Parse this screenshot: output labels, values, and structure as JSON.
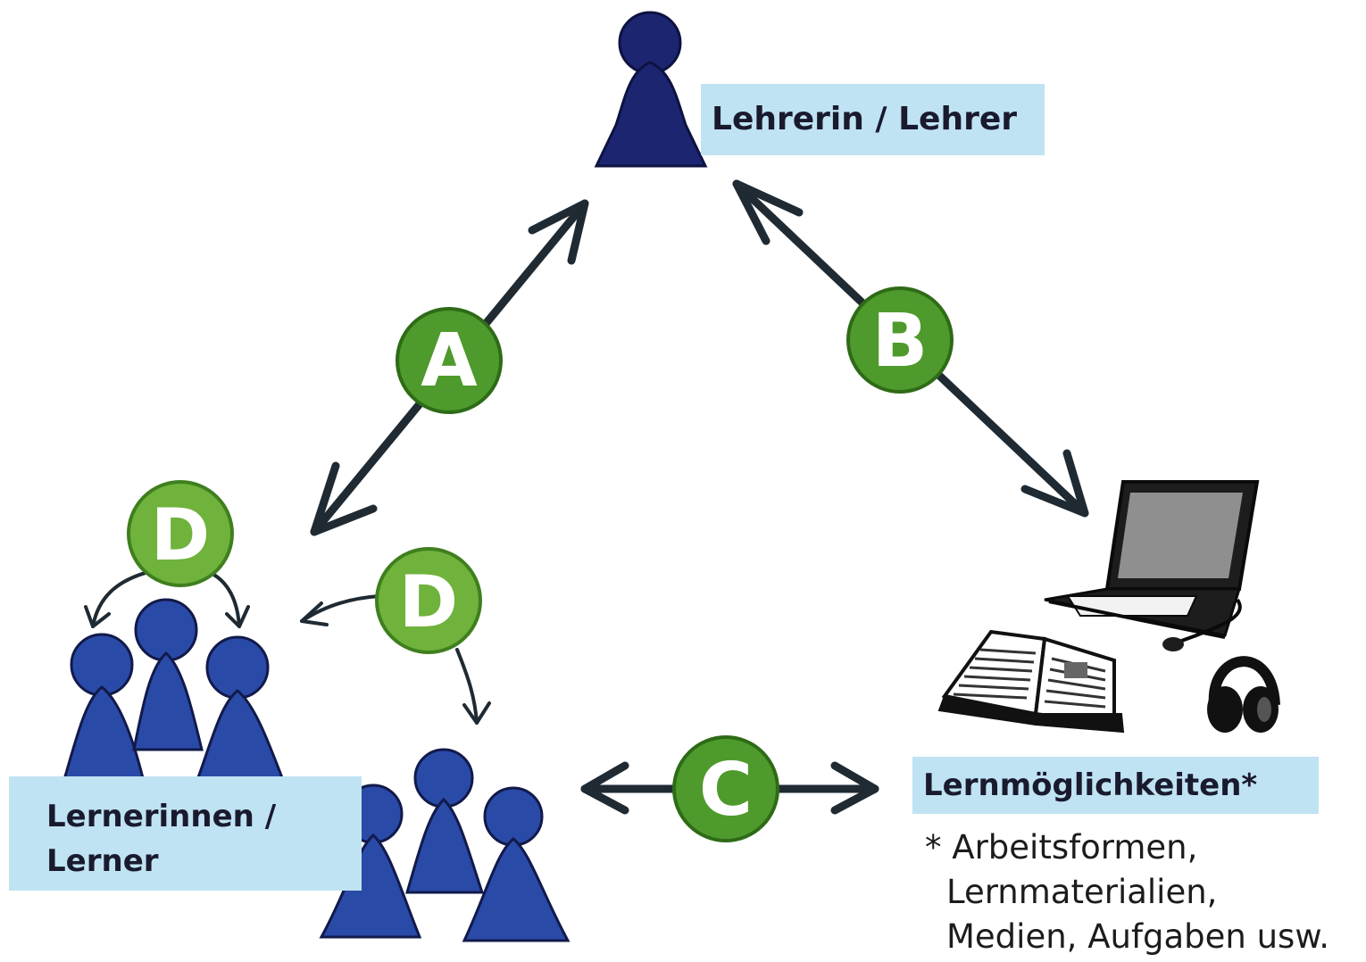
{
  "nodes": {
    "teacher": {
      "label": "Lehrerin / Lehrer"
    },
    "learners": {
      "label_line1": "Lernerinnen /",
      "label_line2": "Lerner"
    },
    "resources": {
      "label": "Lernmöglichkeiten*",
      "note_line1": "* Arbeitsformen,",
      "note_line2": "Lernmaterialien,",
      "note_line3": "Medien, Aufgaben usw."
    }
  },
  "relations": {
    "a": "A",
    "b": "B",
    "c": "C",
    "d_group": "D",
    "d_between": "D"
  },
  "colors": {
    "figure_dark": "#1c2570",
    "figure_blue": "#2a4aa8",
    "badge_green": "#4e9a2c",
    "badge_green_light": "#6fb23c",
    "label_bg": "#bfe3f3",
    "arrow": "#1f2a33"
  }
}
